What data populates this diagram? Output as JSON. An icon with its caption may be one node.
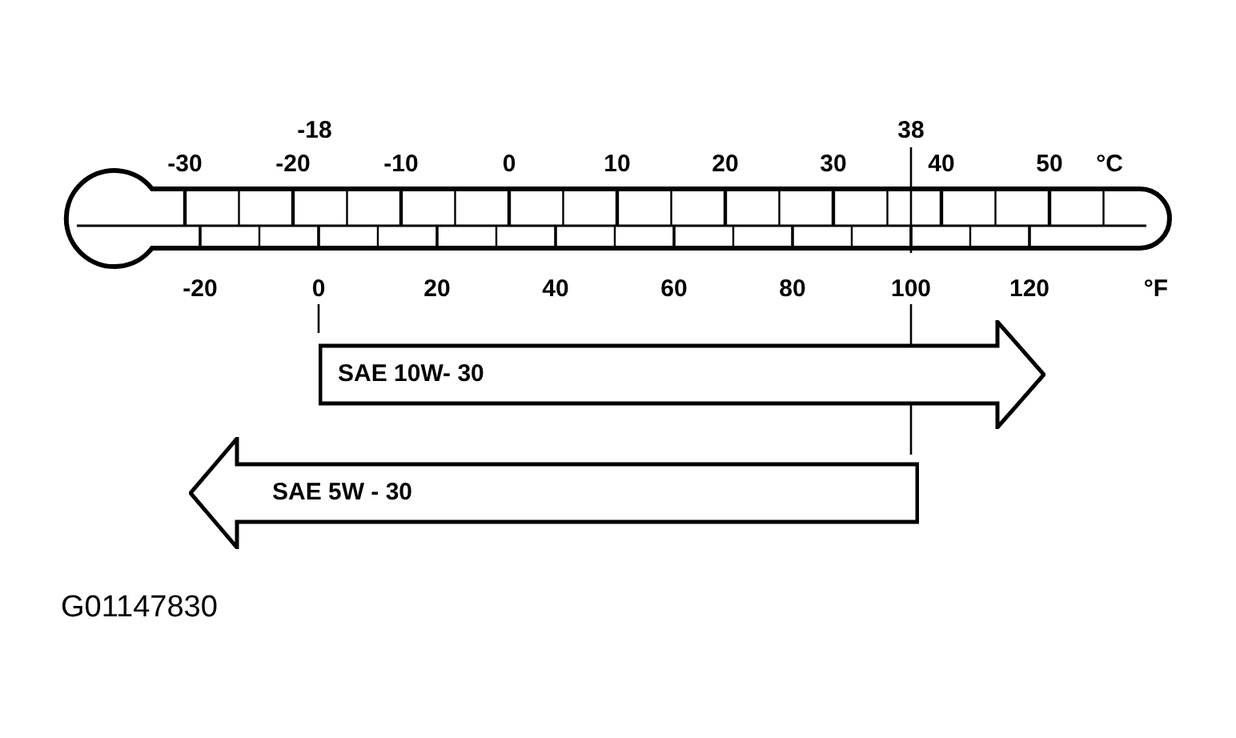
{
  "diagram": {
    "nodes": [
      {
        "text": [
          "SAE 10W- 30"
        ]
      },
      {
        "text": [
          "SAE 5W - 30"
        ]
      }
    ],
    "labels": [
      "-18",
      "38",
      "-30",
      "-20",
      "-10",
      "0",
      "10",
      "20",
      "30",
      "40",
      "50",
      "°C",
      "-20",
      "0",
      "20",
      "40",
      "60",
      "80",
      "100",
      "120",
      "°F",
      "G01147830"
    ]
  }
}
